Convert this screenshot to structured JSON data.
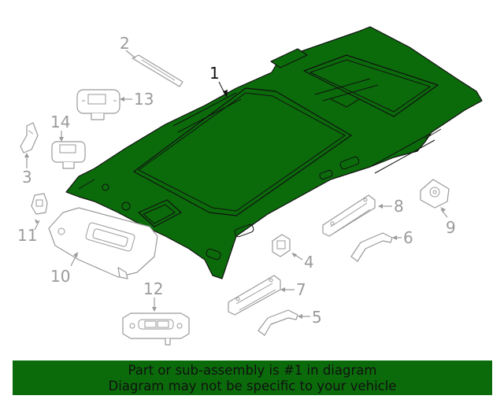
{
  "diagram": {
    "highlight_color": "#0b6b0b",
    "labels": {
      "p1": "1",
      "p2": "2",
      "p3": "3",
      "p4": "4",
      "p5": "5",
      "p6": "6",
      "p7": "7",
      "p8": "8",
      "p9": "9",
      "p10": "10",
      "p11": "11",
      "p12": "12",
      "p13": "13",
      "p14": "14"
    }
  },
  "banner": {
    "line1": "Part or sub-assembly is #1 in diagram",
    "line2": "Diagram may not be specific to your vehicle",
    "background": "#0b6b0b"
  }
}
